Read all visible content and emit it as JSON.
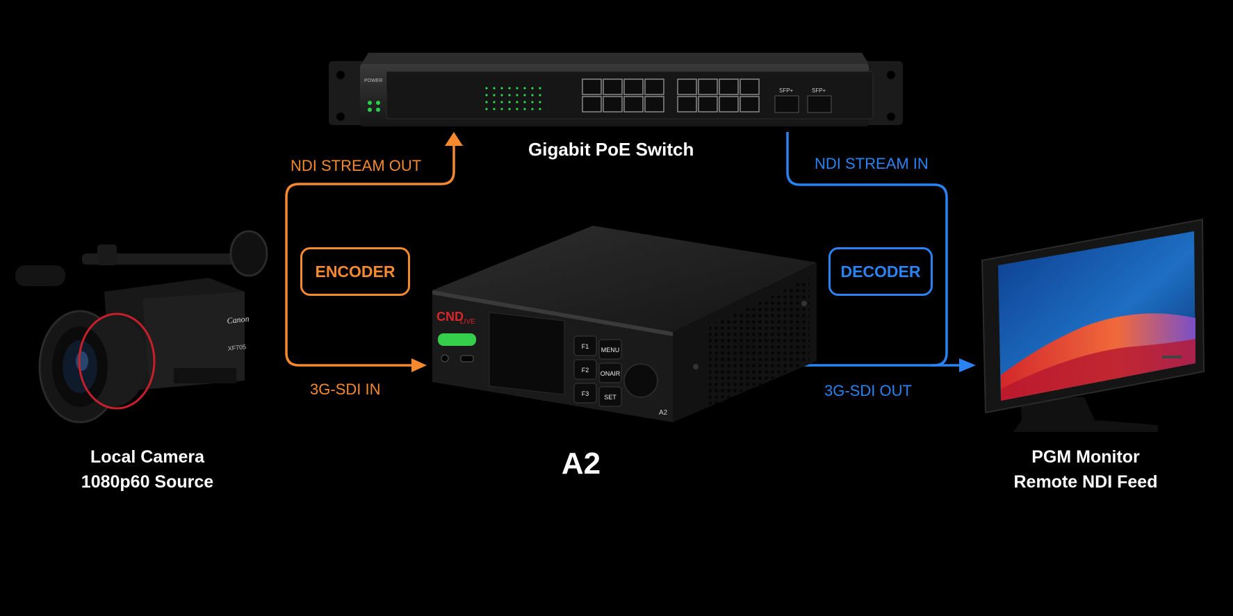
{
  "switch": {
    "title": "Gigabit PoE Switch",
    "power_label": "POWER",
    "sfp1": "SFP+",
    "sfp2": "SFP+"
  },
  "encoder": {
    "stream_label": "NDI STREAM OUT",
    "box_label": "ENCODER",
    "input_label": "3G-SDI IN"
  },
  "decoder": {
    "stream_label": "NDI STREAM IN",
    "box_label": "DECODER",
    "output_label": "3G-SDI OUT"
  },
  "camera": {
    "line1": "Local Camera",
    "line2": "1080p60 Source",
    "brand": "Canon",
    "model": "XF705"
  },
  "device": {
    "name": "A2",
    "logo": "CND",
    "logo_sub": "LIVE",
    "model_tag": "A2",
    "keys": {
      "f1": "F1",
      "f2": "F2",
      "f3": "F3",
      "menu": "MENU",
      "onair": "ONAIR",
      "set": "SET"
    }
  },
  "monitor": {
    "line1": "PGM Monitor",
    "line2": "Remote NDI Feed"
  },
  "colors": {
    "orange": "#f5892e",
    "blue": "#2a83f2",
    "background": "#000000"
  }
}
